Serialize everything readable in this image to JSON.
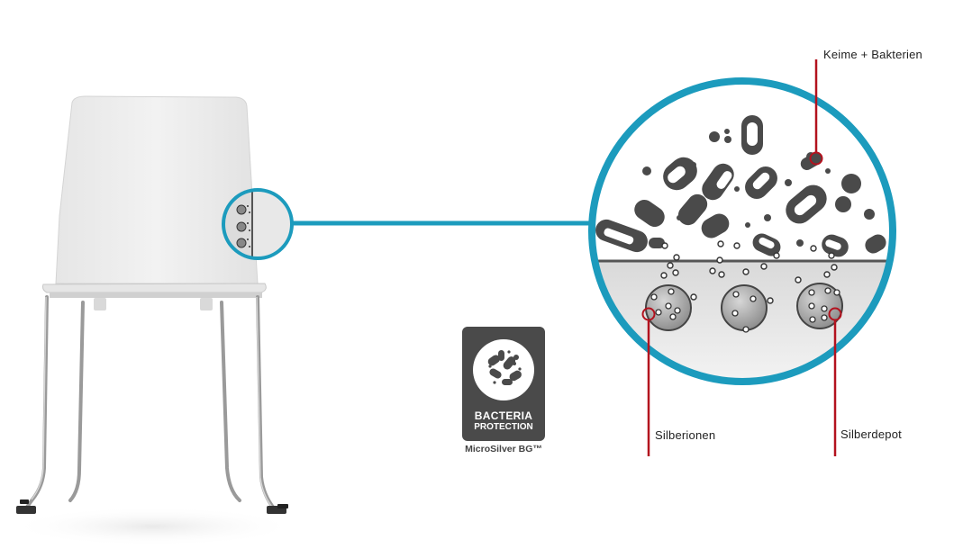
{
  "labels": {
    "germs": "Keime + Bakterien",
    "silver_ions": "Silberionen",
    "silver_depot": "Silberdepot"
  },
  "badge": {
    "line1": "BACTERIA",
    "line2": "PROTECTION",
    "subtitle": "MicroSilver BG™"
  },
  "colors": {
    "ring": "#1c9bbd",
    "callout_line": "#b3121e",
    "germ": "#4a4a4a",
    "badge_bg": "#4a4a4a"
  }
}
